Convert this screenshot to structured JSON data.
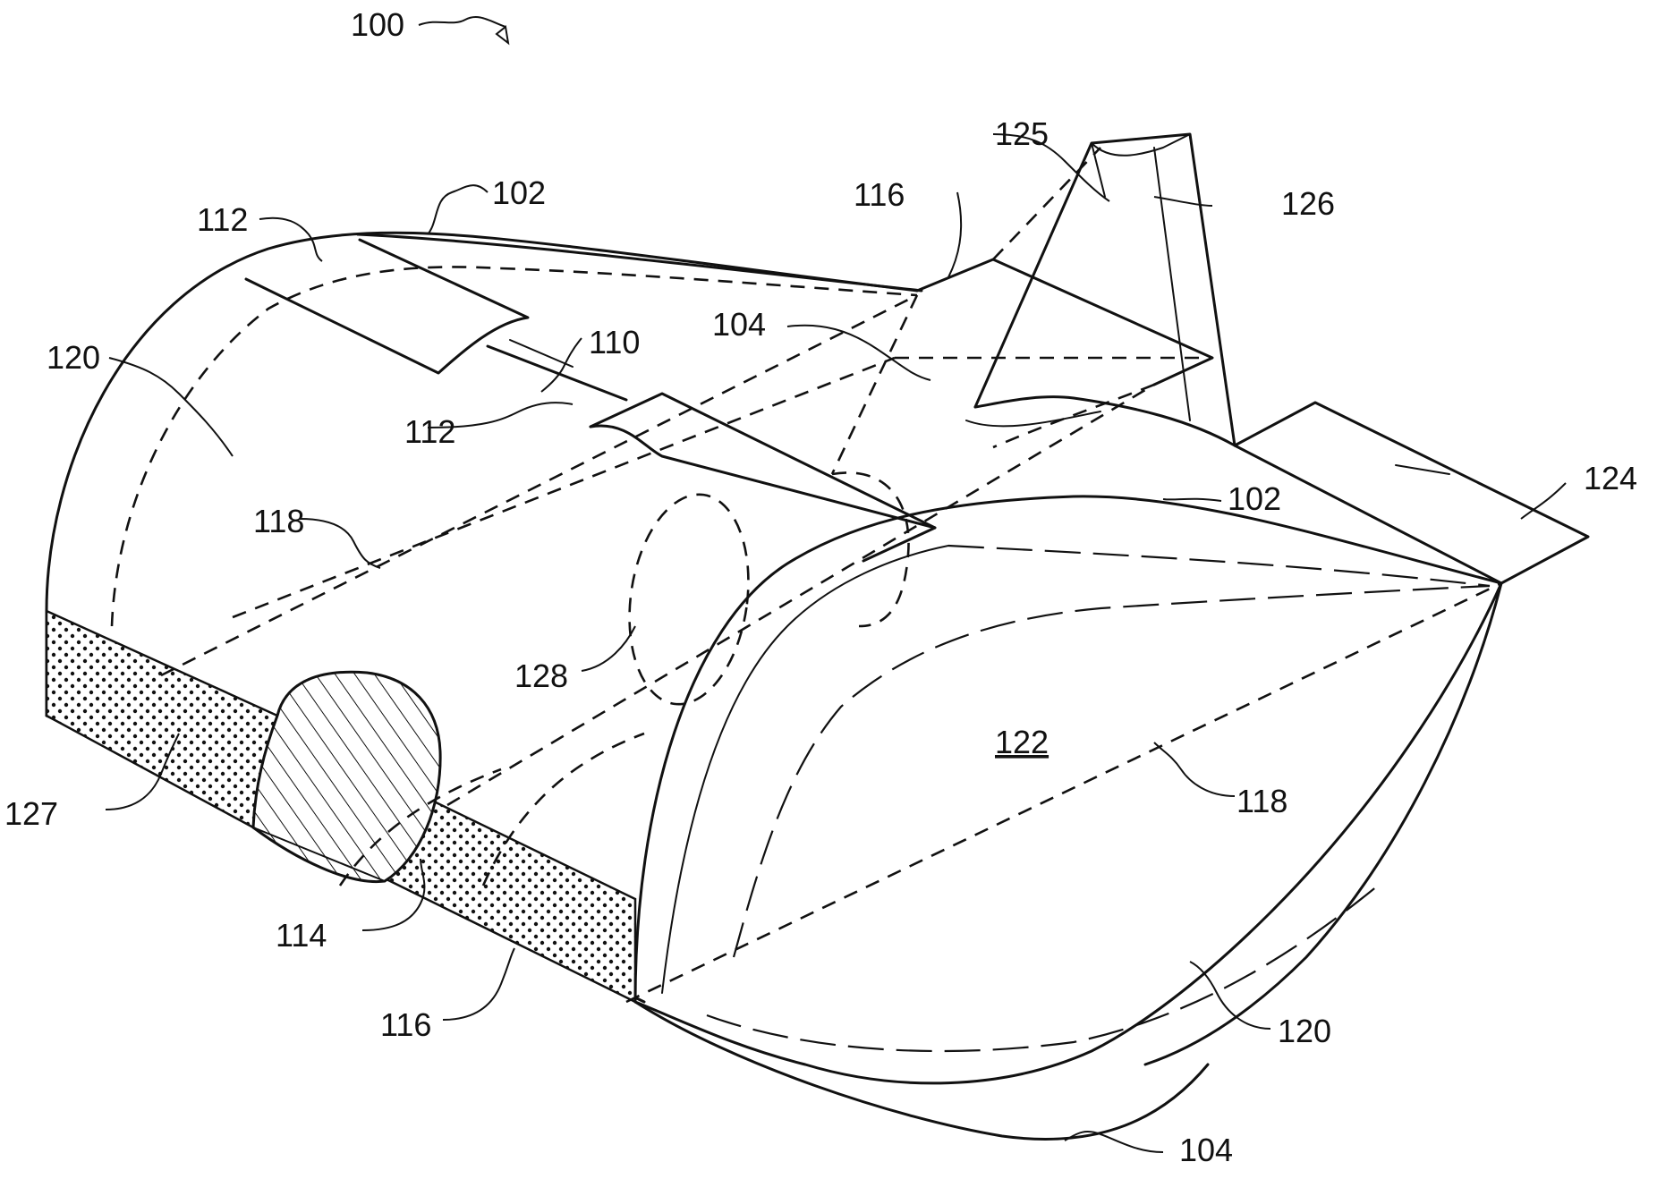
{
  "figure": {
    "ref_numerals": {
      "main": "100",
      "upper_surface_top": "102",
      "upper_surface_right": "102",
      "lower_surface_center": "104",
      "lower_surface_bottom": "104",
      "slot": "110",
      "flap_left": "112",
      "flap_center": "112",
      "leading_edge_opening": "114",
      "edge_top": "116",
      "edge_bottom": "116",
      "spar_left": "118",
      "spar_right": "118",
      "rib_left": "120",
      "rib_right": "120",
      "side_panel": "122",
      "trailing_tip": "124",
      "fin_tip": "125",
      "fin": "126",
      "textured_strip": "127",
      "duct": "128"
    }
  }
}
